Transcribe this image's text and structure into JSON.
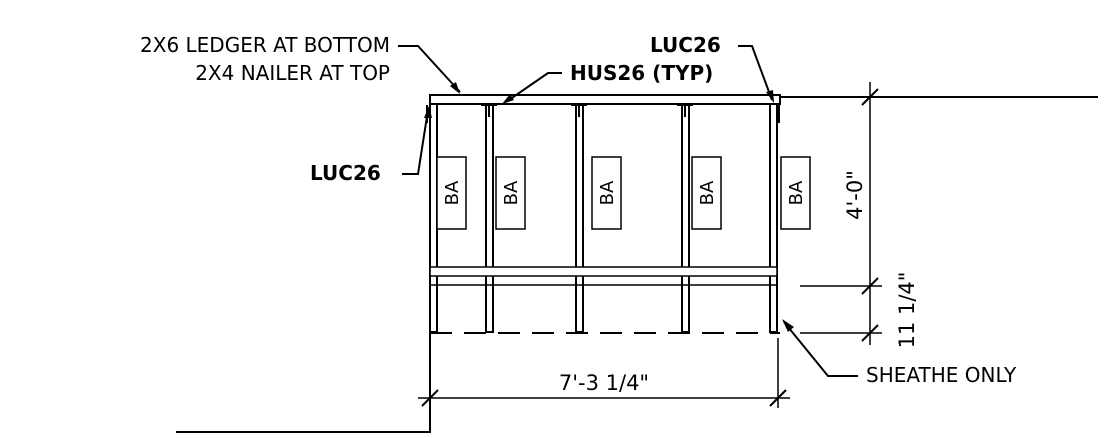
{
  "labels": {
    "ledger": "2X6 LEDGER AT BOTTOM",
    "nailer": "2X4 NAILER AT TOP",
    "hus_typ": "HUS26 (TYP)",
    "luc_top": "LUC26",
    "luc_left": "LUC26",
    "sheathe": "SHEATHE ONLY"
  },
  "blocks": [
    "BA",
    "BA",
    "BA",
    "BA",
    "BA"
  ],
  "dimensions": {
    "height": "4'-0\"",
    "sub_height": "11 1/4\"",
    "width": "7'-3 1/4\""
  }
}
